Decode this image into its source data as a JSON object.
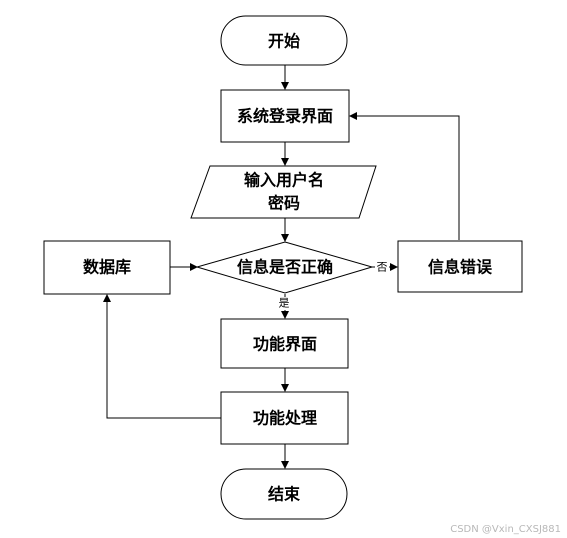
{
  "nodes": {
    "start": "开始",
    "login": "系统登录界面",
    "input_line1": "输入用户名",
    "input_line2": "密码",
    "check": "信息是否正确",
    "database": "数据库",
    "error": "信息错误",
    "function_ui": "功能界面",
    "function_process": "功能处理",
    "end": "结束"
  },
  "edges": {
    "no_label": "否",
    "yes_label": "是"
  },
  "watermark": "CSDN @Vxin_CXSJ881"
}
